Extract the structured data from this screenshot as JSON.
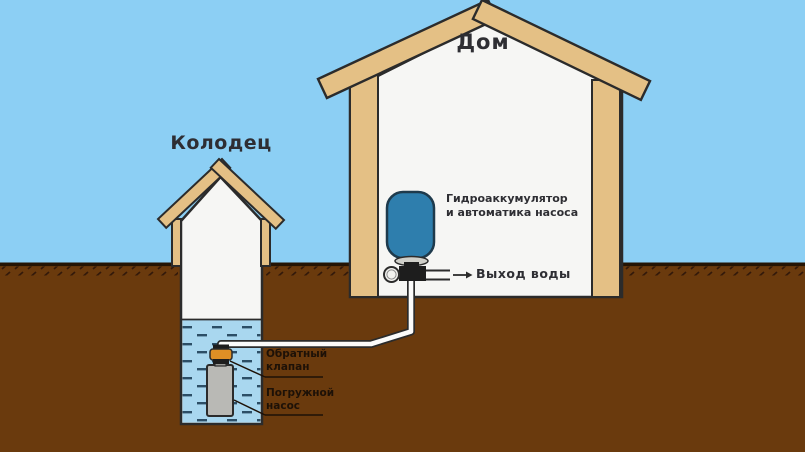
{
  "scene": {
    "house": {
      "label": "Дом"
    },
    "well": {
      "label": "Колодец"
    },
    "accumulator": {
      "label_line1": "Гидроаккумулятор",
      "label_line2": "и автоматика насоса"
    },
    "water_outlet": {
      "label": "Выход воды"
    },
    "check_valve": {
      "label_line1": "Обратный",
      "label_line2": "клапан"
    },
    "submersible_pump": {
      "label_line1": "Погружной",
      "label_line2": "насос"
    }
  },
  "colors": {
    "sky": "#8ccff4",
    "ground": "#6a3a0d",
    "ground_line": "#241404",
    "wood": "#e4c085",
    "house_white": "#f6f6f4",
    "outline": "#2b2b2b",
    "tank_blue": "#2e7ead",
    "well_water": "#a9d7ef",
    "water_dash": "#2c4e66",
    "pump_gray": "#b9b9b5",
    "valve_orange": "#df8f25",
    "label_dark": "#1d1107",
    "text_dark": "#2e2e33"
  }
}
